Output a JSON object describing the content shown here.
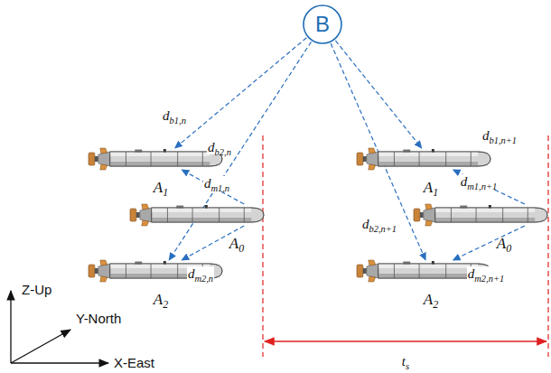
{
  "diagram": {
    "nodes": [
      {
        "text": [
          "B"
        ]
      },
      {
        "text": [
          "A1"
        ]
      },
      {
        "text": [
          "A0"
        ]
      },
      {
        "text": [
          "A2"
        ]
      },
      {
        "text": [
          "A1"
        ]
      },
      {
        "text": [
          "A0"
        ]
      },
      {
        "text": [
          "A2"
        ]
      }
    ],
    "edges": [
      {
        "from": 0,
        "to": 1,
        "label": "db1,n",
        "arrow": "to"
      },
      {
        "from": 0,
        "to": 3,
        "label": "db2,n",
        "arrow": "to"
      },
      {
        "from": 2,
        "to": 1,
        "label": "dm1,n",
        "arrow": "to"
      },
      {
        "from": 2,
        "to": 3,
        "label": "dm2,n",
        "arrow": "to"
      },
      {
        "from": 0,
        "to": 4,
        "label": "db1,n+1",
        "arrow": "to"
      },
      {
        "from": 0,
        "to": 6,
        "label": "db2,n+1",
        "arrow": "to"
      },
      {
        "from": 5,
        "to": 4,
        "label": "dm1,n+1",
        "arrow": "to"
      },
      {
        "from": 5,
        "to": 6,
        "label": "dm2,n+1",
        "arrow": "to"
      }
    ],
    "labels": [
      "ts",
      "Z-Up",
      "Y-North",
      "X-East"
    ]
  }
}
